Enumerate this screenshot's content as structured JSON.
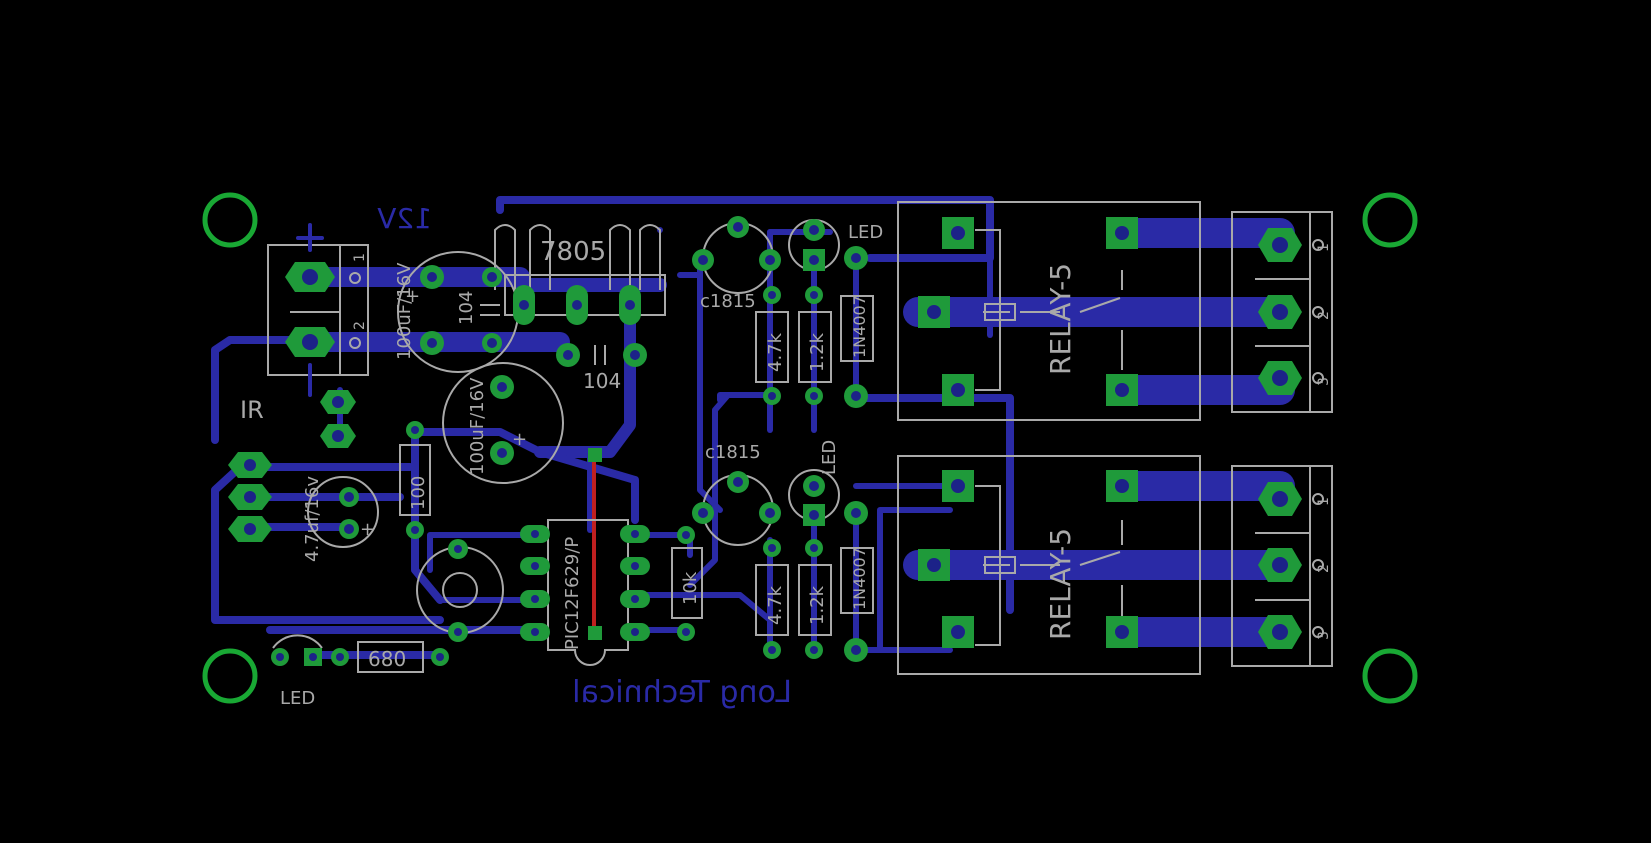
{
  "colors": {
    "background": "#000000",
    "trace": "#2a2aa6",
    "pad": "#1f9a3a",
    "silkscreen": "#a9a9a9",
    "mount_hole": "#19a834",
    "jumper": "#c02020"
  },
  "board": {
    "bottom_text": "Long Technical",
    "power_label": "12V",
    "labels": {
      "regulator": "7805",
      "cap_big_top": "100uF/16V",
      "cap_big_bottom": "100uF/16V",
      "cap_small_1": "104",
      "cap_small_2": "104",
      "cap_ir": "4.7uf/16v",
      "ir": "IR",
      "resistor_100": "100",
      "resistor_680": "680",
      "resistor_10k": "10k",
      "mcu": "PIC12F629/P",
      "transistor_top": "c1815",
      "transistor_bottom": "c1815",
      "led_top": "LED",
      "led_mid": "LED",
      "led_bottom": "LED",
      "r47_top": "4.7k",
      "r12_top": "1.2k",
      "diode_top": "1N4007",
      "r47_bottom": "4.7k",
      "r12_bottom": "1.2k",
      "diode_bottom": "1N4007",
      "relay_top": "RELAY-5",
      "relay_bottom": "RELAY-5",
      "pin1": "1",
      "pin2": "2",
      "pin3": "3",
      "plus": "+"
    }
  }
}
